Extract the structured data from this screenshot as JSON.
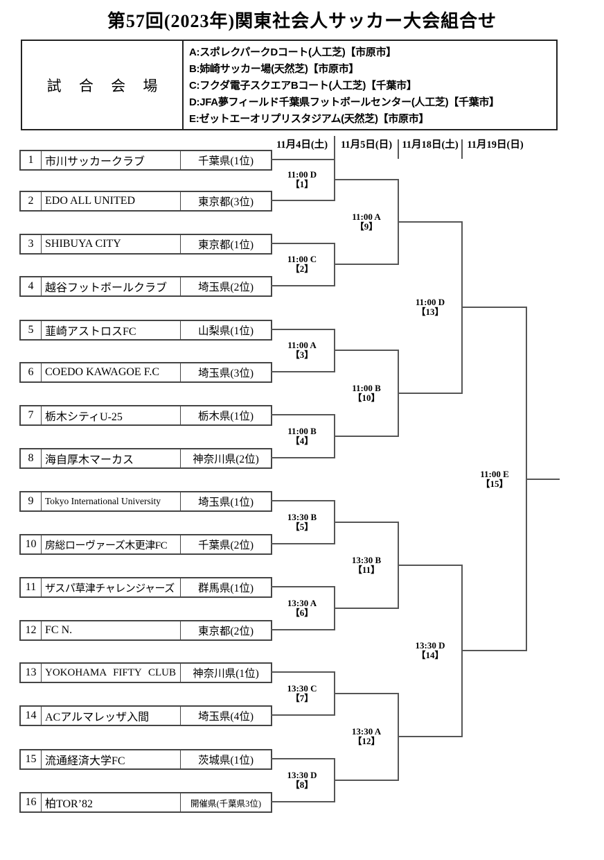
{
  "title": "第57回(2023年)関東社会人サッカー大会組合せ",
  "venue_panel": {
    "heading": "試 合 会 場",
    "venues": [
      "A:スポレクパークDコート(人工芝)【市原市】",
      "B:姉崎サッカー場(天然芝)【市原市】",
      "C:フクダ電子スクエアBコート(人工芝)【千葉市】",
      "D:JFA夢フィールド千葉県フットボールセンター(人工芝)【千葉市】",
      "E:ゼットエーオリプリスタジアム(天然芝)【市原市】"
    ]
  },
  "round_dates": [
    "11月4日(土)",
    "11月5日(日)",
    "11月18日(土)",
    "11月19日(日)"
  ],
  "teams": [
    {
      "no": "1",
      "name": "市川サッカークラブ",
      "pref": "千葉県(1位)"
    },
    {
      "no": "2",
      "name": "EDO ALL UNITED",
      "pref": "東京都(3位)"
    },
    {
      "no": "3",
      "name": "SHIBUYA CITY",
      "pref": "東京都(1位)"
    },
    {
      "no": "4",
      "name": "越谷フットボールクラブ",
      "pref": "埼玉県(2位)"
    },
    {
      "no": "5",
      "name": "韮崎アストロスFC",
      "pref": "山梨県(1位)"
    },
    {
      "no": "6",
      "name": "COEDO KAWAGOE F.C",
      "pref": "埼玉県(3位)"
    },
    {
      "no": "7",
      "name": "栃木シティU-25",
      "pref": "栃木県(1位)"
    },
    {
      "no": "8",
      "name": "海自厚木マーカス",
      "pref": "神奈川県(2位)"
    },
    {
      "no": "9",
      "name": "Tokyo International University",
      "pref": "埼玉県(1位)"
    },
    {
      "no": "10",
      "name": "房総ローヴァーズ木更津FC",
      "pref": "千葉県(2位)"
    },
    {
      "no": "11",
      "name": "ザスパ草津チャレンジャーズ",
      "pref": "群馬県(1位)"
    },
    {
      "no": "12",
      "name": "FC N.",
      "pref": "東京都(2位)"
    },
    {
      "no": "13",
      "name": "YOKOHAMA FIFTY CLUB",
      "pref": "神奈川県(1位)"
    },
    {
      "no": "14",
      "name": "ACアルマレッザ入間",
      "pref": "埼玉県(4位)"
    },
    {
      "no": "15",
      "name": "流通経済大学FC",
      "pref": "茨城県(1位)"
    },
    {
      "no": "16",
      "name": "柏TOR’82",
      "pref": "開催県(千葉県3位)"
    }
  ],
  "matches": [
    {
      "id": "【1】",
      "time": "11:00 D"
    },
    {
      "id": "【2】",
      "time": "11:00 C"
    },
    {
      "id": "【3】",
      "time": "11:00 A"
    },
    {
      "id": "【4】",
      "time": "11:00 B"
    },
    {
      "id": "【5】",
      "time": "13:30 B"
    },
    {
      "id": "【6】",
      "time": "13:30 A"
    },
    {
      "id": "【7】",
      "time": "13:30 C"
    },
    {
      "id": "【8】",
      "time": "13:30 D"
    },
    {
      "id": "【9】",
      "time": "11:00 A"
    },
    {
      "id": "【10】",
      "time": "11:00 B"
    },
    {
      "id": "【11】",
      "time": "13:30 B"
    },
    {
      "id": "【12】",
      "time": "13:30 A"
    },
    {
      "id": "【13】",
      "time": "11:00 D"
    },
    {
      "id": "【14】",
      "time": "13:30 D"
    },
    {
      "id": "【15】",
      "time": "11:00 E"
    }
  ],
  "colors": {
    "background": "#ffffff",
    "text": "#000000",
    "line": "#555555",
    "box_border": "#444444"
  }
}
